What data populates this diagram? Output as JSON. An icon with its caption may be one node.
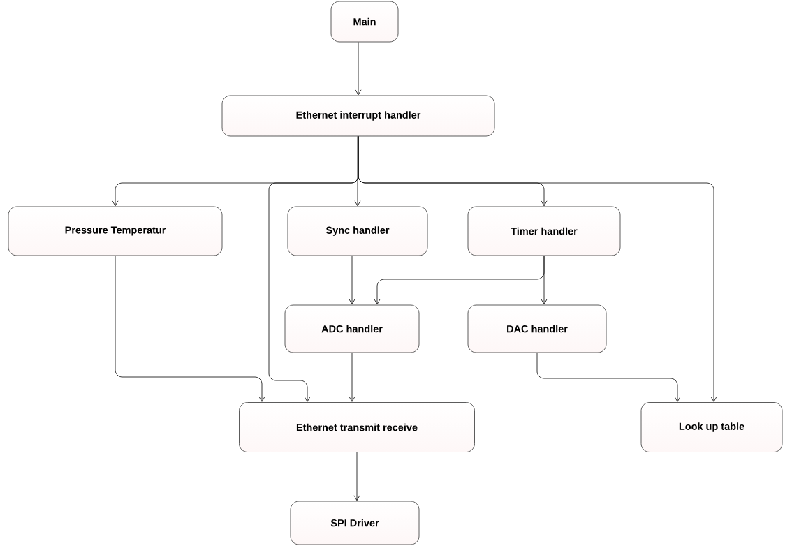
{
  "diagram": {
    "nodes": [
      {
        "text": [
          "Main"
        ]
      },
      {
        "text": [
          "Ethernet interrupt handler"
        ]
      },
      {
        "text": [
          "Pressure Temperatur"
        ]
      },
      {
        "text": [
          "Sync handler"
        ]
      },
      {
        "text": [
          "Timer handler"
        ]
      },
      {
        "text": [
          "ADC handler"
        ]
      },
      {
        "text": [
          "DAC handler"
        ]
      },
      {
        "text": [
          "Ethernet transmit receive"
        ]
      },
      {
        "text": [
          "Look up table"
        ]
      },
      {
        "text": [
          "SPI Driver"
        ]
      }
    ],
    "edges": [
      {
        "from": 0,
        "to": 1,
        "arrow": "to"
      },
      {
        "from": 1,
        "to": 2,
        "arrow": "to"
      },
      {
        "from": 1,
        "to": 7,
        "arrow": "to"
      },
      {
        "from": 1,
        "to": 3,
        "arrow": "to"
      },
      {
        "from": 1,
        "to": 4,
        "arrow": "to"
      },
      {
        "from": 1,
        "to": 8,
        "arrow": "to"
      },
      {
        "from": 2,
        "to": 7,
        "arrow": "to"
      },
      {
        "from": 3,
        "to": 5,
        "arrow": "to"
      },
      {
        "from": 4,
        "to": 5,
        "arrow": "to"
      },
      {
        "from": 4,
        "to": 6,
        "arrow": "to"
      },
      {
        "from": 5,
        "to": 7,
        "arrow": "to"
      },
      {
        "from": 6,
        "to": 8,
        "arrow": "to"
      },
      {
        "from": 7,
        "to": 9,
        "arrow": "to"
      }
    ]
  }
}
